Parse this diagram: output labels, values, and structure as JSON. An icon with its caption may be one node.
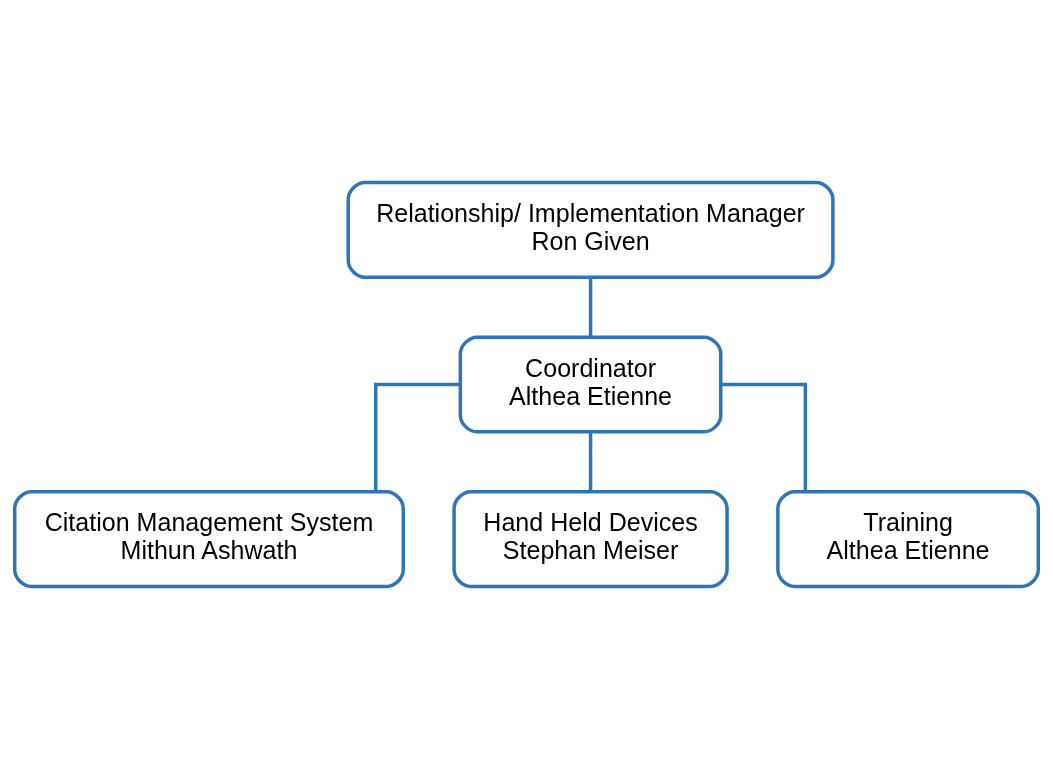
{
  "diagram": {
    "nodes": [
      {
        "text": [
          "Relationship/ Implementation Manager",
          "Ron Given"
        ]
      },
      {
        "text": [
          "Coordinator",
          "Althea Etienne"
        ]
      },
      {
        "text": [
          "Citation Management System",
          "Mithun Ashwath"
        ]
      },
      {
        "text": [
          "Hand Held Devices",
          "Stephan Meiser"
        ]
      },
      {
        "text": [
          "Training",
          "Althea Etienne"
        ]
      }
    ],
    "edges": [
      {
        "from": 0,
        "to": 1,
        "arrow": "none"
      },
      {
        "from": 1,
        "to": 2,
        "arrow": "none"
      },
      {
        "from": 1,
        "to": 3,
        "arrow": "none"
      },
      {
        "from": 1,
        "to": 4,
        "arrow": "none"
      }
    ]
  }
}
